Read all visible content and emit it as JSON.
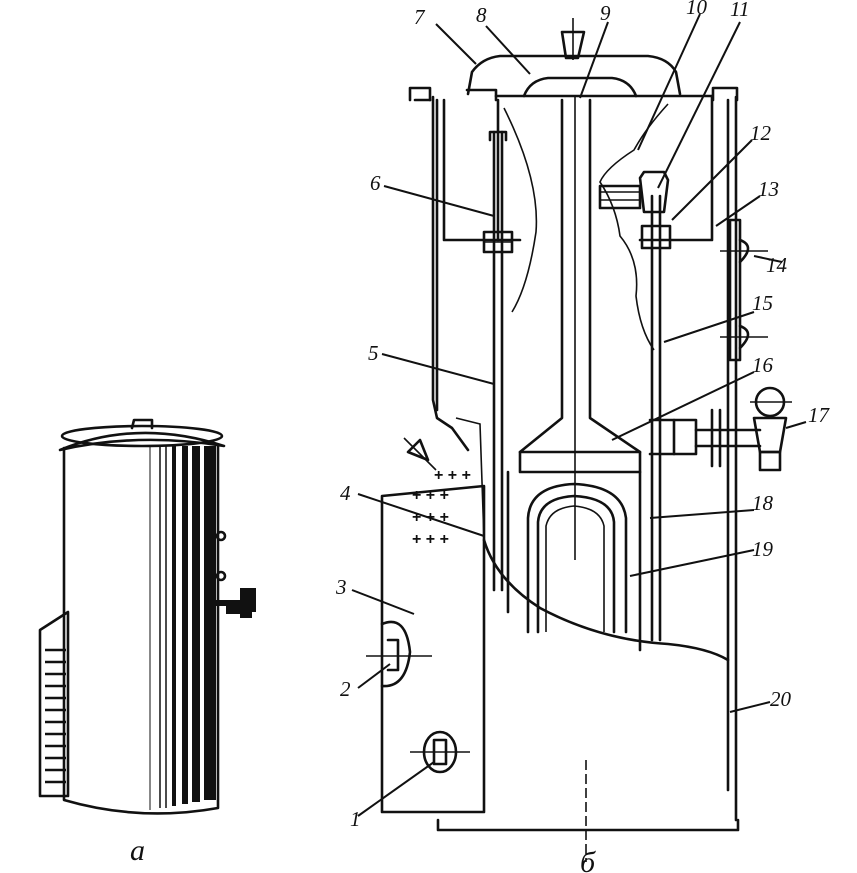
{
  "figure": {
    "captions": {
      "left": "а",
      "right": "б"
    },
    "labels": [
      "1",
      "2",
      "3",
      "4",
      "5",
      "6",
      "7",
      "8",
      "9",
      "10",
      "11",
      "12",
      "13",
      "14",
      "15",
      "16",
      "17",
      "18",
      "19",
      "20"
    ],
    "cut_marks": "+  +  +"
  }
}
